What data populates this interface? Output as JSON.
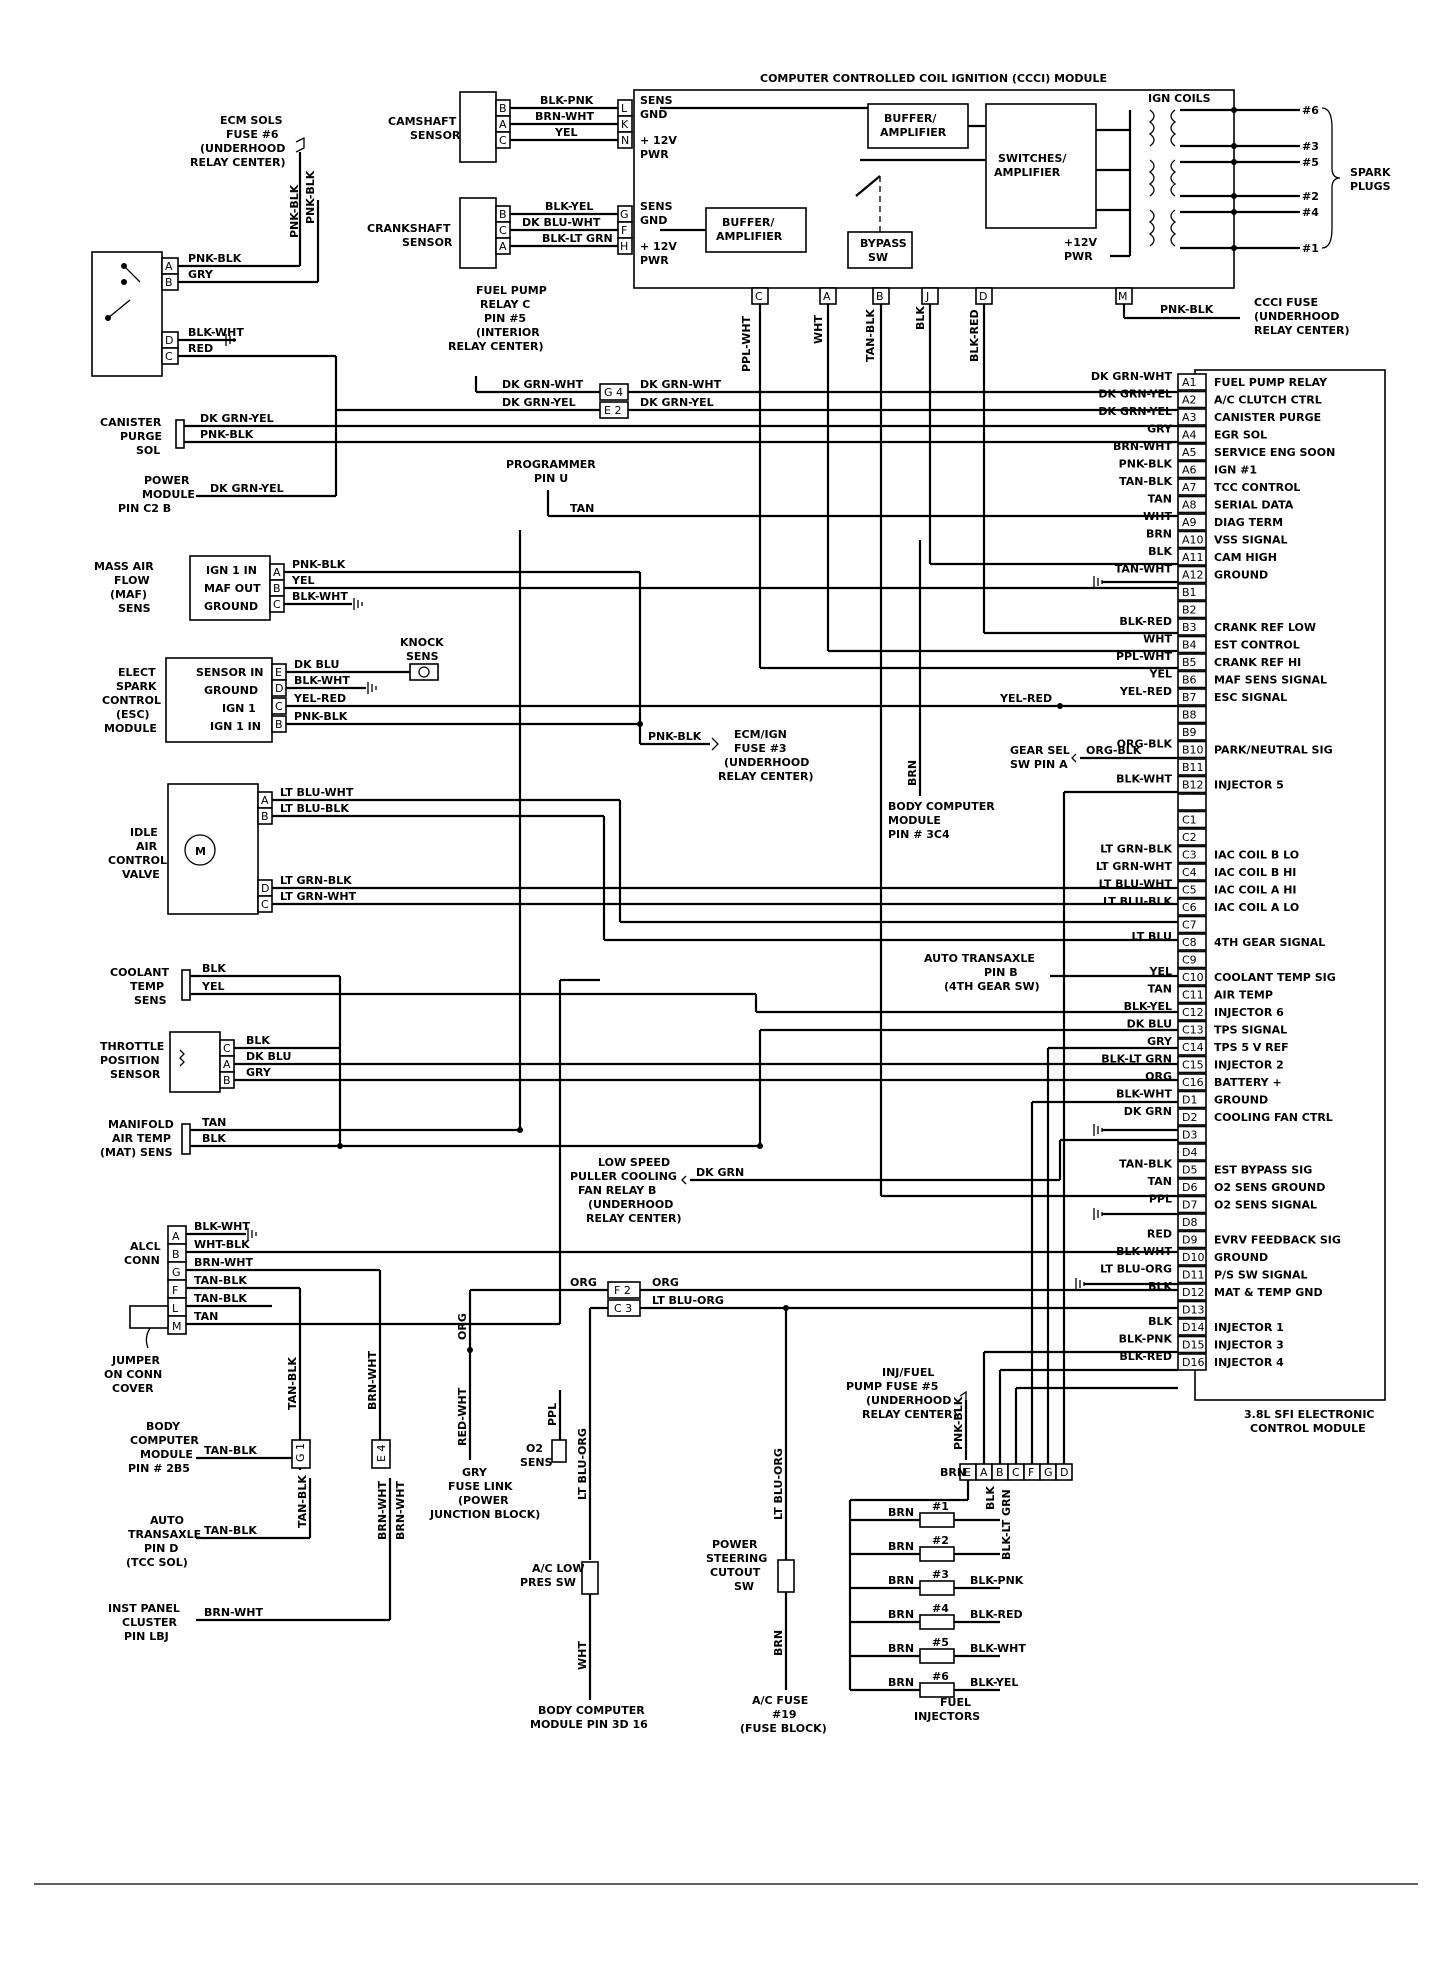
{
  "titles": {
    "ccci_module": "COMPUTER CONTROLLED COIL IGNITION (CCCI) MODULE",
    "ecm": [
      "3.8L SFI ELECTRONIC",
      "CONTROL MODULE"
    ]
  },
  "ccci": {
    "buffer_amp_1": [
      "BUFFER/",
      "AMPLIFIER"
    ],
    "buffer_amp_2": [
      "BUFFER/",
      "AMPLIFIER"
    ],
    "switches_amp": [
      "SWITCHES/",
      "AMPLIFIER"
    ],
    "bypass_sw": [
      "BYPASS",
      "SW"
    ],
    "ign_coils": "IGN COILS",
    "pwr_12v": [
      "+12V",
      "PWR"
    ],
    "spark_plugs": [
      "SPARK",
      "PLUGS"
    ],
    "plug_numbers": [
      "#6",
      "#3",
      "#5",
      "#2",
      "#4",
      "#1"
    ],
    "cam_inputs": [
      "SENS",
      "GND",
      "+ 12V",
      "PWR"
    ],
    "crank_inputs": [
      "SENS",
      "GND",
      "+ 12V",
      "PWR"
    ],
    "cam_pins": [
      "L",
      "K",
      "N"
    ],
    "crank_pins": [
      "G",
      "F",
      "H"
    ],
    "bottom_pins": [
      "C",
      "A",
      "B",
      "J",
      "D",
      "M"
    ],
    "fuse": [
      "CCCI FUSE",
      "(UNDERHOOD",
      "RELAY CENTER)"
    ],
    "fuse_wire": "PNK-BLK"
  },
  "camshaft_sensor": {
    "label": [
      "CAMSHAFT",
      "SENSOR"
    ],
    "pins": [
      "B",
      "A",
      "C"
    ],
    "wires": [
      "BLK-PNK",
      "BRN-WHT",
      "YEL"
    ]
  },
  "crankshaft_sensor": {
    "label": [
      "CRANKSHAFT",
      "SENSOR"
    ],
    "pins": [
      "B",
      "C",
      "A"
    ],
    "wires": [
      "BLK-YEL",
      "DK BLU-WHT",
      "BLK-LT GRN"
    ]
  },
  "vertical_wires": [
    "PPL-WHT",
    "WHT",
    "TAN-BLK",
    "BLK",
    "BLK-RED"
  ],
  "ecm_sols_fuse": {
    "label": [
      "ECM SOLS",
      "FUSE #6",
      "(UNDERHOOD",
      "RELAY CENTER)"
    ],
    "wire": "PNK-BLK"
  },
  "relay": {
    "pins": [
      "A",
      "B",
      "D",
      "C"
    ],
    "wires": [
      "PNK-BLK",
      "GRY",
      "BLK-WHT",
      "RED"
    ]
  },
  "fuel_pump_relay": {
    "label": [
      "FUEL PUMP",
      "RELAY C",
      "PIN #5",
      "(INTERIOR",
      "RELAY CENTER)"
    ],
    "wire1": "DK GRN-WHT",
    "wire2": "DK GRN-YEL",
    "conn1": "G 4",
    "conn2": "E 2",
    "wire1b": "DK GRN-WHT",
    "wire2b": "DK GRN-YEL"
  },
  "canister": {
    "label": [
      "CANISTER",
      "PURGE",
      "SOL"
    ],
    "wires": [
      "DK GRN-YEL",
      "PNK-BLK"
    ]
  },
  "power_module": {
    "label": [
      "POWER",
      "MODULE",
      "PIN C2 B"
    ],
    "wire": "DK GRN-YEL"
  },
  "programmer": {
    "label": [
      "PROGRAMMER",
      "PIN U"
    ],
    "wire": "TAN"
  },
  "maf": {
    "label": [
      "MASS AIR",
      "FLOW",
      "(MAF)",
      "SENS"
    ],
    "inner": [
      "IGN 1 IN",
      "MAF OUT",
      "GROUND"
    ],
    "pins": [
      "A",
      "B",
      "C"
    ],
    "wires": [
      "PNK-BLK",
      "YEL",
      "BLK-WHT"
    ]
  },
  "knock": {
    "label": [
      "KNOCK",
      "SENS"
    ]
  },
  "esc": {
    "label": [
      "ELECT",
      "SPARK",
      "CONTROL",
      "(ESC)",
      "MODULE"
    ],
    "inner": [
      "SENSOR IN",
      "GROUND",
      "IGN 1",
      "IGN 1 IN"
    ],
    "pins": [
      "E",
      "D",
      "C",
      "B"
    ],
    "wires": [
      "DK BLU",
      "BLK-WHT",
      "YEL-RED",
      "PNK-BLK"
    ]
  },
  "ecm_ign_fuse": {
    "label": [
      "ECM/IGN",
      "FUSE #3",
      "(UNDERHOOD",
      "RELAY CENTER)"
    ],
    "wire": "PNK-BLK"
  },
  "body_computer_3c4": {
    "label": [
      "BODY COMPUTER",
      "MODULE",
      "PIN # 3C4"
    ],
    "wire": "BRN"
  },
  "gear_sel": {
    "label": [
      "GEAR SEL",
      "SW PIN A"
    ],
    "wire": "ORG-BLK"
  },
  "iac": {
    "label": [
      "IDLE",
      "AIR",
      "CONTROL",
      "VALVE"
    ],
    "pins": [
      "A",
      "B",
      "D",
      "C"
    ],
    "wires": [
      "LT BLU-WHT",
      "LT BLU-BLK",
      "LT GRN-BLK",
      "LT GRN-WHT"
    ],
    "motor": "M"
  },
  "auto_transaxle_b": {
    "label": [
      "AUTO TRANSAXLE",
      "PIN B",
      "(4TH GEAR SW)"
    ]
  },
  "coolant": {
    "label": [
      "COOLANT",
      "TEMP",
      "SENS"
    ],
    "wires": [
      "BLK",
      "YEL"
    ]
  },
  "tps": {
    "label": [
      "THROTTLE",
      "POSITION",
      "SENSOR"
    ],
    "pins": [
      "C",
      "A",
      "B"
    ],
    "wires": [
      "BLK",
      "DK BLU",
      "GRY"
    ]
  },
  "mat": {
    "label": [
      "MANIFOLD",
      "AIR TEMP",
      "(MAT) SENS"
    ],
    "wires": [
      "TAN",
      "BLK"
    ]
  },
  "fan_relay": {
    "label": [
      "LOW SPEED",
      "PULLER COOLING",
      "FAN RELAY B",
      "(UNDERHOOD",
      "RELAY CENTER)"
    ],
    "wire": "DK GRN"
  },
  "alcl": {
    "label": [
      "ALCL",
      "CONN"
    ],
    "pins": [
      "A",
      "B",
      "G",
      "F",
      "L",
      "M"
    ],
    "wires": [
      "BLK-WHT",
      "WHT-BLK",
      "BRN-WHT",
      "TAN-BLK",
      "TAN-BLK",
      "TAN"
    ],
    "jumper": [
      "JUMPER",
      "ON CONN",
      "COVER"
    ]
  },
  "connectors": {
    "f2": "F 2",
    "c3": "C 3",
    "g1": "G 1",
    "e4": "E 4",
    "org": "ORG",
    "org2": "ORG",
    "lt_blu_org": "LT BLU-ORG"
  },
  "body_computer_2b5": {
    "label": [
      "BODY",
      "COMPUTER",
      "MODULE",
      "PIN # 2B5"
    ],
    "wire": "TAN-BLK"
  },
  "auto_transaxle_d": {
    "label": [
      "AUTO",
      "TRANSAXLE",
      "PIN D",
      "(TCC SOL)"
    ],
    "wire": "TAN-BLK"
  },
  "inst_panel": {
    "label": [
      "INST PANEL",
      "CLUSTER",
      "PIN LBJ"
    ],
    "wire": "BRN-WHT"
  },
  "fuse_link": {
    "label": [
      "GRY",
      "FUSE LINK",
      "(POWER",
      "JUNCTION BLOCK)"
    ],
    "wire": "RED-WHT"
  },
  "o2_sens": {
    "label": [
      "O2",
      "SENS"
    ],
    "wire": "PPL"
  },
  "ac_low": {
    "label": [
      "A/C LOW",
      "PRES SW"
    ],
    "wire": "LT BLU-ORG",
    "wire2": "WHT",
    "bottom": [
      "BODY COMPUTER",
      "MODULE PIN 3D 16"
    ]
  },
  "ps_cutout": {
    "label": [
      "POWER",
      "STEERING",
      "CUTOUT",
      "SW"
    ],
    "wire": "LT BLU-ORG",
    "wire2": "BRN",
    "bottom": [
      "A/C FUSE",
      "#19",
      "(FUSE BLOCK)"
    ]
  },
  "inj_fuse": {
    "label": [
      "INJ/FUEL",
      "PUMP FUSE #5",
      "(UNDERHOOD",
      "RELAY CENTER)"
    ],
    "wire": "PNK-BLK",
    "pins": [
      "E",
      "A",
      "B",
      "C",
      "F",
      "G",
      "D"
    ],
    "vwires": [
      "BRN",
      "BLK",
      "BLK-LT GRN"
    ]
  },
  "injectors": {
    "label": [
      "FUEL",
      "INJECTORS"
    ],
    "numbers": [
      "#1",
      "#2",
      "#3",
      "#4",
      "#5",
      "#6"
    ],
    "feed": "BRN",
    "wires": [
      "BLK-PNK",
      "BLK-RED",
      "BLK-WHT",
      "BLK-YEL"
    ]
  },
  "ecm_pins": [
    {
      "pin": "A1",
      "wire": "DK GRN-WHT",
      "func": "FUEL PUMP RELAY"
    },
    {
      "pin": "A2",
      "wire": "DK GRN-YEL",
      "func": "A/C CLUTCH CTRL"
    },
    {
      "pin": "A3",
      "wire": "DK GRN-YEL",
      "func": "CANISTER PURGE"
    },
    {
      "pin": "A4",
      "wire": "GRY",
      "func": "EGR SOL"
    },
    {
      "pin": "A5",
      "wire": "BRN-WHT",
      "func": "SERVICE ENG SOON"
    },
    {
      "pin": "A6",
      "wire": "PNK-BLK",
      "func": "IGN #1"
    },
    {
      "pin": "A7",
      "wire": "TAN-BLK",
      "func": "TCC CONTROL"
    },
    {
      "pin": "A8",
      "wire": "TAN",
      "func": "SERIAL DATA"
    },
    {
      "pin": "A9",
      "wire": "WHT",
      "func": "DIAG TERM"
    },
    {
      "pin": "A10",
      "wire": "BRN",
      "func": "VSS SIGNAL"
    },
    {
      "pin": "A11",
      "wire": "BLK",
      "func": "CAM HIGH"
    },
    {
      "pin": "A12",
      "wire": "TAN-WHT",
      "func": "GROUND"
    },
    {
      "pin": "B1",
      "wire": "",
      "func": ""
    },
    {
      "pin": "B2",
      "wire": "",
      "func": ""
    },
    {
      "pin": "B3",
      "wire": "BLK-RED",
      "func": "CRANK REF LOW"
    },
    {
      "pin": "B4",
      "wire": "WHT",
      "func": "EST CONTROL"
    },
    {
      "pin": "B5",
      "wire": "PPL-WHT",
      "func": "CRANK REF HI"
    },
    {
      "pin": "B6",
      "wire": "YEL",
      "func": "MAF SENS SIGNAL"
    },
    {
      "pin": "B7",
      "wire": "YEL-RED",
      "func": "ESC SIGNAL"
    },
    {
      "pin": "B8",
      "wire": "",
      "func": ""
    },
    {
      "pin": "B9",
      "wire": "",
      "func": ""
    },
    {
      "pin": "B10",
      "wire": "ORG-BLK",
      "func": "PARK/NEUTRAL SIG"
    },
    {
      "pin": "B11",
      "wire": "",
      "func": ""
    },
    {
      "pin": "B12",
      "wire": "BLK-WHT",
      "func": "INJECTOR 5"
    },
    {
      "pin": "",
      "wire": "",
      "func": ""
    },
    {
      "pin": "C1",
      "wire": "",
      "func": ""
    },
    {
      "pin": "C2",
      "wire": "",
      "func": ""
    },
    {
      "pin": "C3",
      "wire": "LT GRN-BLK",
      "func": "IAC COIL B LO"
    },
    {
      "pin": "C4",
      "wire": "LT GRN-WHT",
      "func": "IAC COIL B HI"
    },
    {
      "pin": "C5",
      "wire": "LT BLU-WHT",
      "func": "IAC COIL A HI"
    },
    {
      "pin": "C6",
      "wire": "LT BLU-BLK",
      "func": "IAC COIL A LO"
    },
    {
      "pin": "C7",
      "wire": "",
      "func": ""
    },
    {
      "pin": "C8",
      "wire": "LT BLU",
      "func": "4TH GEAR SIGNAL"
    },
    {
      "pin": "C9",
      "wire": "",
      "func": ""
    },
    {
      "pin": "C10",
      "wire": "YEL",
      "func": "COOLANT TEMP SIG"
    },
    {
      "pin": "C11",
      "wire": "TAN",
      "func": "AIR TEMP"
    },
    {
      "pin": "C12",
      "wire": "BLK-YEL",
      "func": "INJECTOR 6"
    },
    {
      "pin": "C13",
      "wire": "DK BLU",
      "func": "TPS SIGNAL"
    },
    {
      "pin": "C14",
      "wire": "GRY",
      "func": "TPS 5 V REF"
    },
    {
      "pin": "C15",
      "wire": "BLK-LT GRN",
      "func": "INJECTOR 2"
    },
    {
      "pin": "C16",
      "wire": "ORG",
      "func": "BATTERY +"
    },
    {
      "pin": "D1",
      "wire": "BLK-WHT",
      "func": "GROUND"
    },
    {
      "pin": "D2",
      "wire": "DK GRN",
      "func": "COOLING FAN CTRL"
    },
    {
      "pin": "D3",
      "wire": "",
      "func": ""
    },
    {
      "pin": "D4",
      "wire": "",
      "func": ""
    },
    {
      "pin": "D5",
      "wire": "TAN-BLK",
      "func": "EST BYPASS SIG"
    },
    {
      "pin": "D6",
      "wire": "TAN",
      "func": "O2 SENS GROUND"
    },
    {
      "pin": "D7",
      "wire": "PPL",
      "func": "O2 SENS SIGNAL"
    },
    {
      "pin": "D8",
      "wire": "",
      "func": ""
    },
    {
      "pin": "D9",
      "wire": "RED",
      "func": "EVRV FEEDBACK SIG"
    },
    {
      "pin": "D10",
      "wire": "BLK-WHT",
      "func": "GROUND"
    },
    {
      "pin": "D11",
      "wire": "LT BLU-ORG",
      "func": "P/S SW SIGNAL"
    },
    {
      "pin": "D12",
      "wire": "BLK",
      "func": "MAT & TEMP GND"
    },
    {
      "pin": "D13",
      "wire": "",
      "func": ""
    },
    {
      "pin": "D14",
      "wire": "BLK",
      "func": "INJECTOR 1"
    },
    {
      "pin": "D15",
      "wire": "BLK-PNK",
      "func": "INJECTOR 3"
    },
    {
      "pin": "D16",
      "wire": "BLK-RED",
      "func": "INJECTOR 4"
    }
  ]
}
